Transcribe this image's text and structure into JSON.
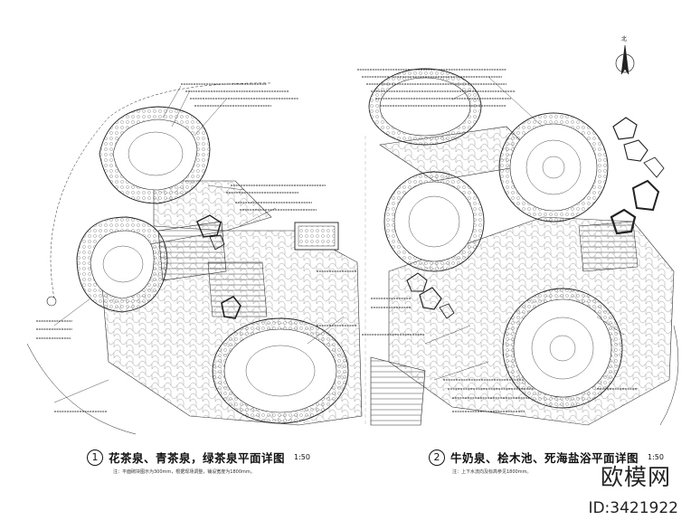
{
  "drawing": {
    "plan1": {
      "number": "1",
      "title": "花茶泉、青茶泉，绿茶泉平面详图",
      "scale": "1:50",
      "note": "注：平面砌块图示为300mm，根据现场调整，铺设宽度为1800mm。"
    },
    "plan2": {
      "number": "2",
      "title": "牛奶泉、桧木池、死海盐浴平面详图",
      "scale": "1:50",
      "note": "注：上下水流向及标高参见1800mm。"
    },
    "north_arrow": {
      "label": "北"
    }
  },
  "watermark": {
    "brand": "欧模网",
    "id": "ID:3421922"
  },
  "colors": {
    "line": "#222222",
    "paper": "#ffffff",
    "hatch": "#555555"
  }
}
